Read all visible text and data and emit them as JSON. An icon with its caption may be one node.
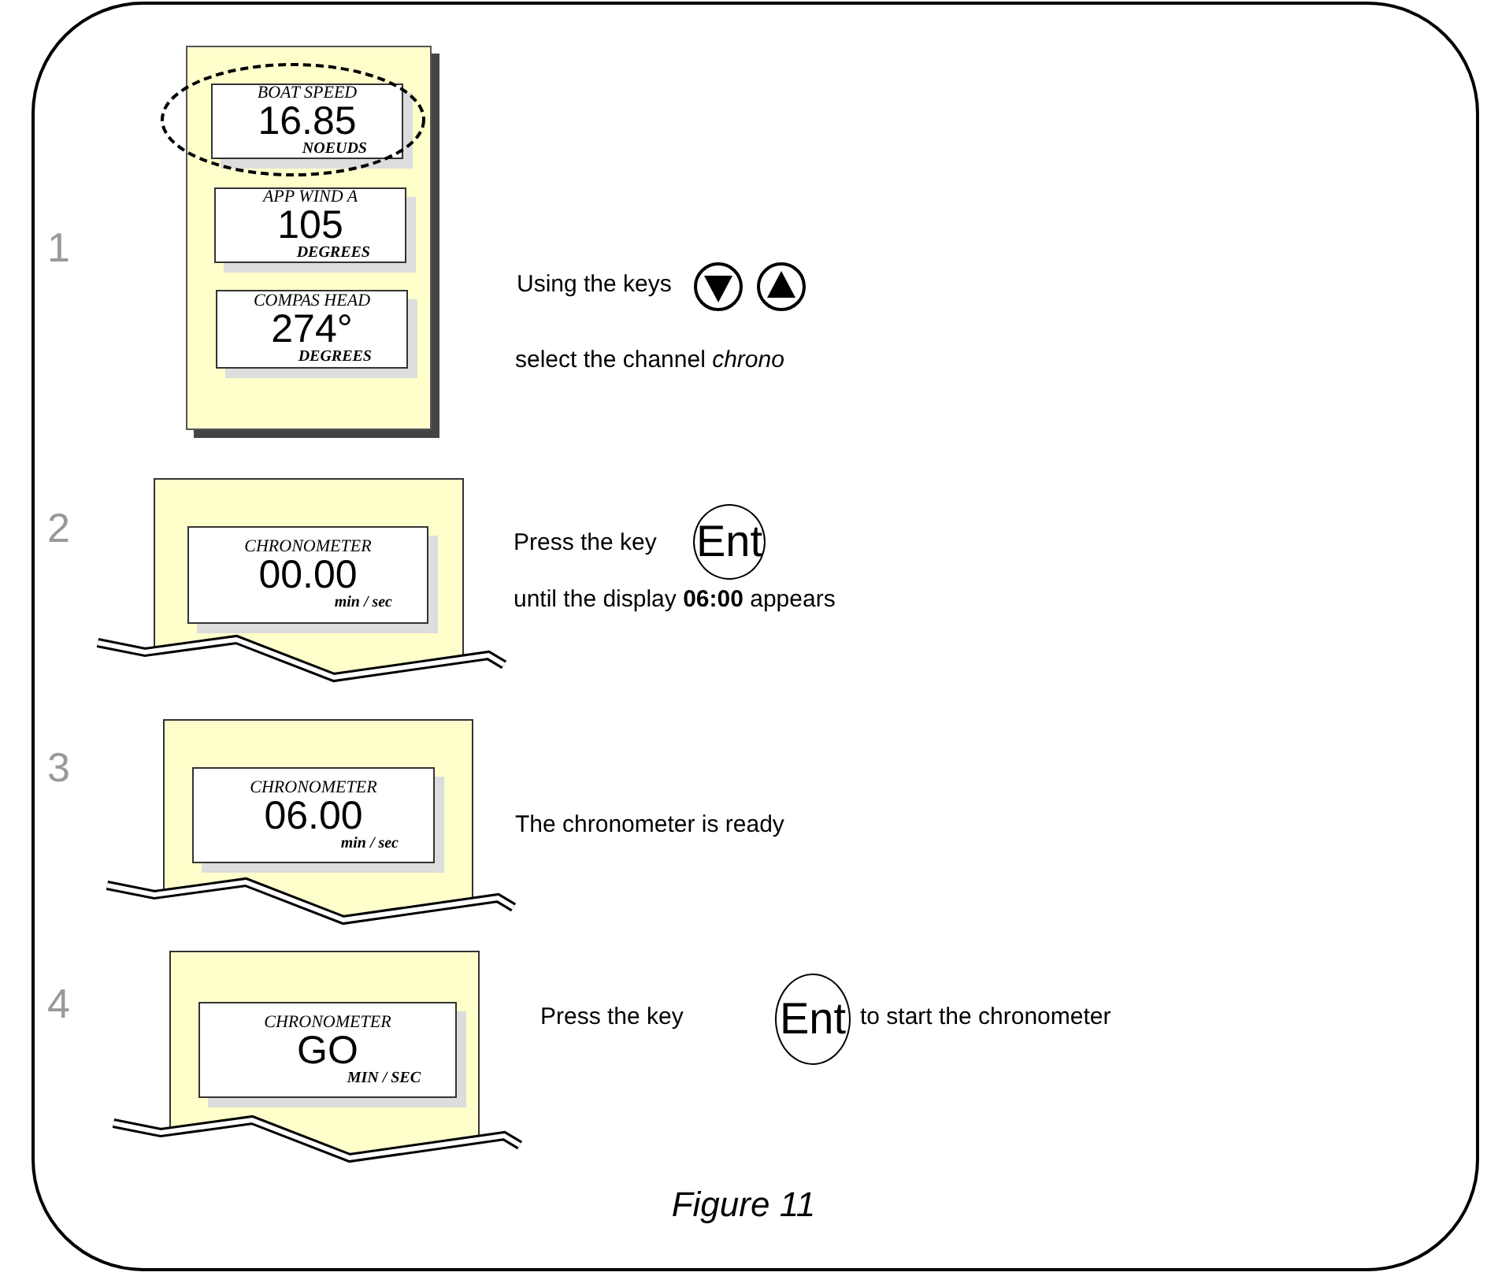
{
  "diagram": {
    "caption": "Figure 11",
    "nodes": [
      {
        "text": [],
        "shape": "box"
      },
      {
        "text": [
          "BOAT SPEED",
          "16.85",
          "NOEUDS"
        ],
        "in": 0
      },
      {
        "text": [
          "APP WIND A",
          "105",
          "DEGREES"
        ],
        "in": 0
      },
      {
        "text": [
          "COMPAS HEAD",
          "274°",
          "DEGREES"
        ],
        "in": 0
      },
      {
        "text": [],
        "shape": "box"
      },
      {
        "text": [
          "CHRONOMETER",
          "00.00",
          "min / sec"
        ],
        "in": 4
      },
      {
        "text": [
          "Ent"
        ]
      },
      {
        "text": [],
        "shape": "box"
      },
      {
        "text": [
          "CHRONOMETER",
          "06.00",
          "min / sec"
        ],
        "in": 7
      },
      {
        "text": [],
        "shape": "box"
      },
      {
        "text": [
          "CHRONOMETER",
          "GO",
          "MIN / SEC"
        ],
        "in": 9
      },
      {
        "text": [
          "Ent"
        ]
      }
    ],
    "edges": [],
    "labels": [
      "1",
      "Using the keys",
      "select the channel *chrono*",
      "2",
      "Press the key",
      "until the display **06:00** appears",
      "3",
      "The chronometer is ready",
      "4",
      "Press the key",
      "to start the chronometer"
    ]
  }
}
